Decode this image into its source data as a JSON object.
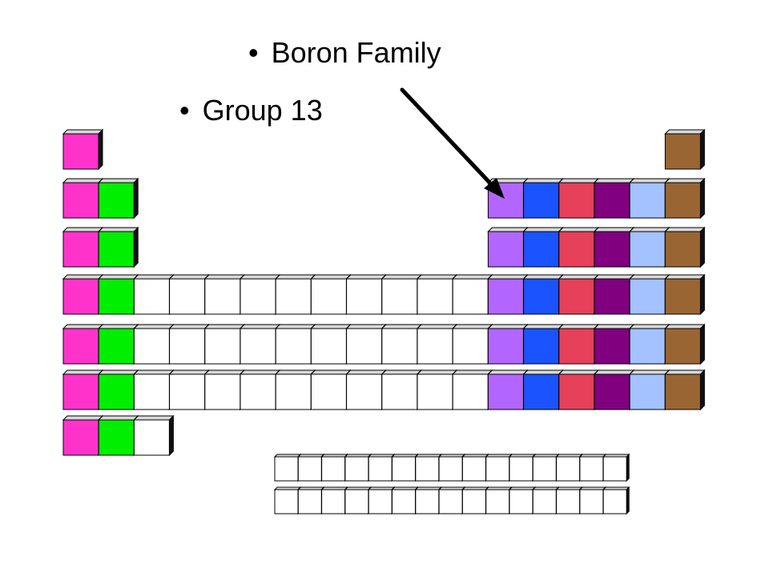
{
  "bullets": [
    {
      "text": "Boron Family"
    },
    {
      "text": "Group 13"
    }
  ],
  "legend_colors": {
    "alkali_metals": "#ff33cc",
    "alkaline_earth": "#00ee00",
    "transition_metals": "#ffffff",
    "boron_family": "#b266ff",
    "carbon_family": "#1a53ff",
    "nitrogen_family": "#e6405a",
    "oxygen_family": "#800080",
    "halogens": "#a3c2ff",
    "noble_gases": "#996633"
  },
  "highlighted_group": "Group 13",
  "arrow": {
    "points_to": "boron_family"
  }
}
